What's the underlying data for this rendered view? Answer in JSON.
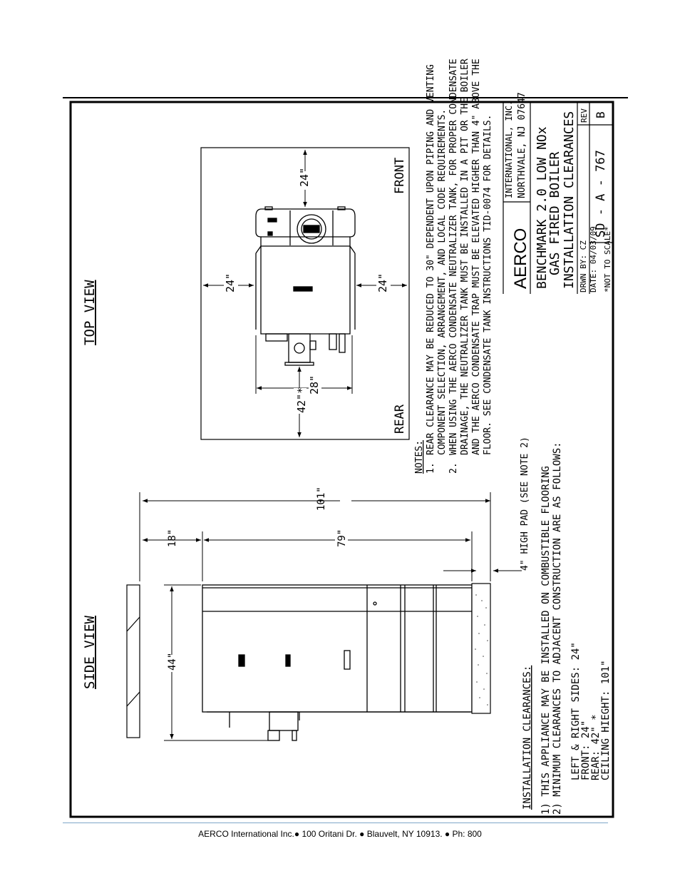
{
  "title_block": {
    "company": "AERCO",
    "company_full": "INTERNATIONAL, INC.",
    "address": "NORTHVALE, NJ 07647",
    "title_line1": "BENCHMARK 2.0 LOW NOx",
    "title_line2": "GAS FIRED BOILER",
    "title_line3": "INSTALLATION CLEARANCES",
    "drawn_by": "DRWN BY: CZ",
    "date": "DATE: 04/03/09",
    "not_to_scale": "*NOT TO SCALE*",
    "drawing_number": "SD - A - 767",
    "rev_label": "REV",
    "rev_value": "B"
  },
  "top_view": {
    "heading": "TOP VIEW",
    "front_label": "FRONT",
    "rear_label": "REAR",
    "dim_front": "24\"",
    "dim_left": "24\"",
    "dim_right": "24\"",
    "dim_rear": "42\"*",
    "dim_width": "28\""
  },
  "side_view": {
    "heading": "SIDE VIEW",
    "dim_total": "101\"",
    "dim_top": "18\"",
    "dim_body": "79\"",
    "dim_depth": "44\"",
    "pad_label": "4\" HIGH PAD (SEE NOTE 2)"
  },
  "notes": {
    "heading": "NOTES:",
    "note1_num": "1.",
    "note1_lines": [
      "REAR CLEARANCE MAY BE REDUCED TO 30\" DEPENDENT UPON PIPING AND VENTING",
      "COMPONENT SELECTION, ARRANGEMENT, AND LOCAL CODE REQUIREMENTS."
    ],
    "note2_num": "2.",
    "note2_lines": [
      "WHEN USING THE AERCO CONDENSATE NEUTRALIZER TANK, FOR PROPER CONDENSATE",
      "DRAINAGE, THE NEUTRALIZER TANK MUST BE INSTALLED IN A PIT OR THE BOILER",
      "AND THE AERCO CONDENSATE TRAP MUST BE ELEVATED HIGHER THAN 4\" ABOVE THE",
      "FLOOR. SEE CONDENSATE TANK INSTRUCTIONS TID-0074 FOR DETAILS."
    ]
  },
  "installation": {
    "heading": "INSTALLATION CLEARANCES:",
    "items": [
      "1) THIS APPLIANCE MAY BE INSTALLED ON COMBUSTIBLE FLOORING",
      "2) MINIMUM CLEARANCES TO ADJACENT CONSTRUCTION ARE AS FOLLOWS:"
    ],
    "clearances": [
      "LEFT & RIGHT SIDES: 24\"",
      "FRONT: 24\"",
      "REAR: 42\" *",
      "CEILING HIEGHT: 101\""
    ]
  },
  "footer": "AERCO International Inc.● 100 Oritani Dr. ● Blauvelt, NY 10913. ● Ph: 800"
}
